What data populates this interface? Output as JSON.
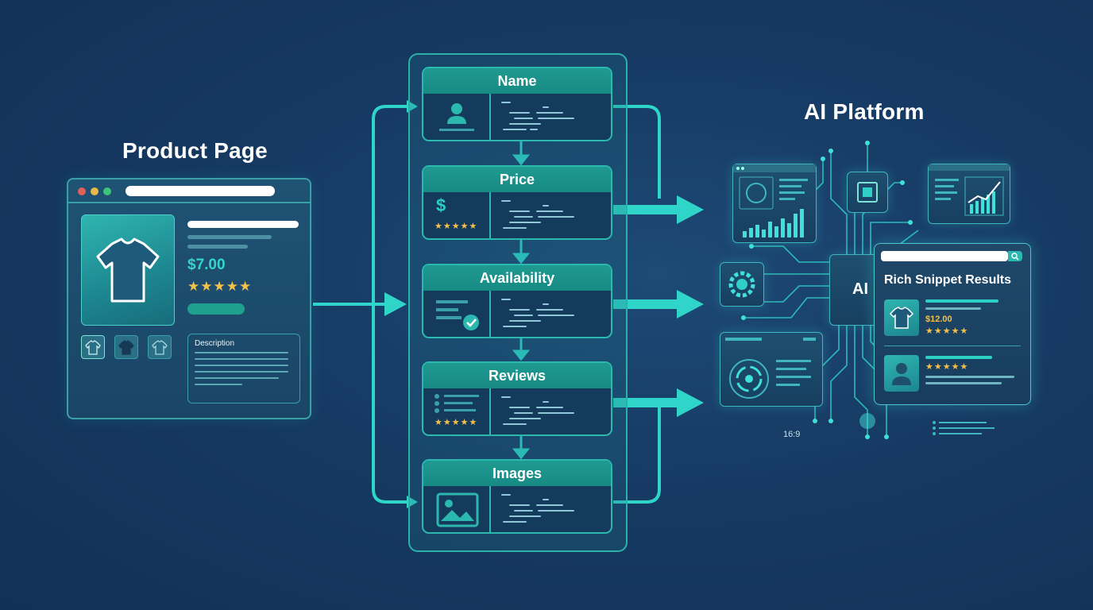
{
  "left": {
    "title": "Product Page",
    "price": "$7.00",
    "stars": "★★★★★",
    "description_label": "Description"
  },
  "cards": [
    {
      "label": "Name",
      "icon": "user-icon"
    },
    {
      "label": "Price",
      "icon": "dollar-icon",
      "symbol": "$",
      "stars": "★★★★★"
    },
    {
      "label": "Availability",
      "icon": "checklist-icon"
    },
    {
      "label": "Reviews",
      "icon": "reviews-icon",
      "stars": "★★★★★"
    },
    {
      "label": "Images",
      "icon": "image-icon"
    }
  ],
  "right": {
    "title": "AI Platform",
    "ai_label": "AI",
    "aspect": "16:9",
    "rich": {
      "title": "Rich Snippet Results",
      "price": "$12.00",
      "stars1": "★★★★★",
      "stars2": "★★★★★"
    }
  },
  "colors": {
    "background": "#163a63",
    "accent": "#2fd5c8",
    "card_header": "#1f9a91",
    "star": "#f3c04a"
  }
}
